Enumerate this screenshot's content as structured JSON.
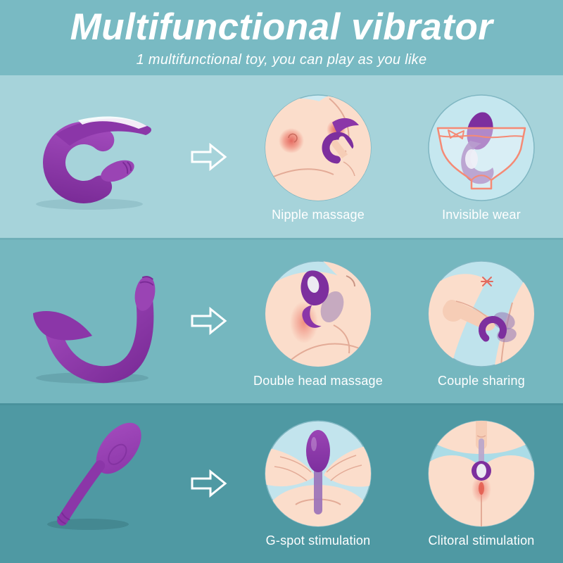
{
  "header": {
    "title": "Multifunctional vibrator",
    "subtitle": "1 multifunctional toy, you can play as you like"
  },
  "colors": {
    "header_bg": "#79bac3",
    "row1_bg": "#a6d3da",
    "row2_bg": "#75b7bf",
    "row3_bg": "#4f99a3",
    "toy_purple": "#8b36a8",
    "toy_purple_dark": "#7d2f9e",
    "circle_bg": "#cdeaf2",
    "skin_tone": "#fbddcb",
    "panty_outline": "#f58a75",
    "caption_text": "#ffffff",
    "arrow_color": "#ffffff"
  },
  "rows": [
    {
      "product_icon": "c-shape-couples-vibrator",
      "uses": [
        {
          "icon": "nipple-massage-illustration",
          "label": "Nipple massage"
        },
        {
          "icon": "invisible-wear-illustration",
          "label": "Invisible wear"
        }
      ]
    },
    {
      "product_icon": "curved-double-head-vibrator",
      "uses": [
        {
          "icon": "double-head-massage-illustration",
          "label": "Double head massage"
        },
        {
          "icon": "couple-sharing-illustration",
          "label": "Couple sharing"
        }
      ]
    },
    {
      "product_icon": "flexible-wand-vibrator",
      "uses": [
        {
          "icon": "g-spot-stimulation-illustration",
          "label": "G-spot stimulation"
        },
        {
          "icon": "clitoral-stimulation-illustration",
          "label": "Clitoral stimulation"
        }
      ]
    }
  ]
}
